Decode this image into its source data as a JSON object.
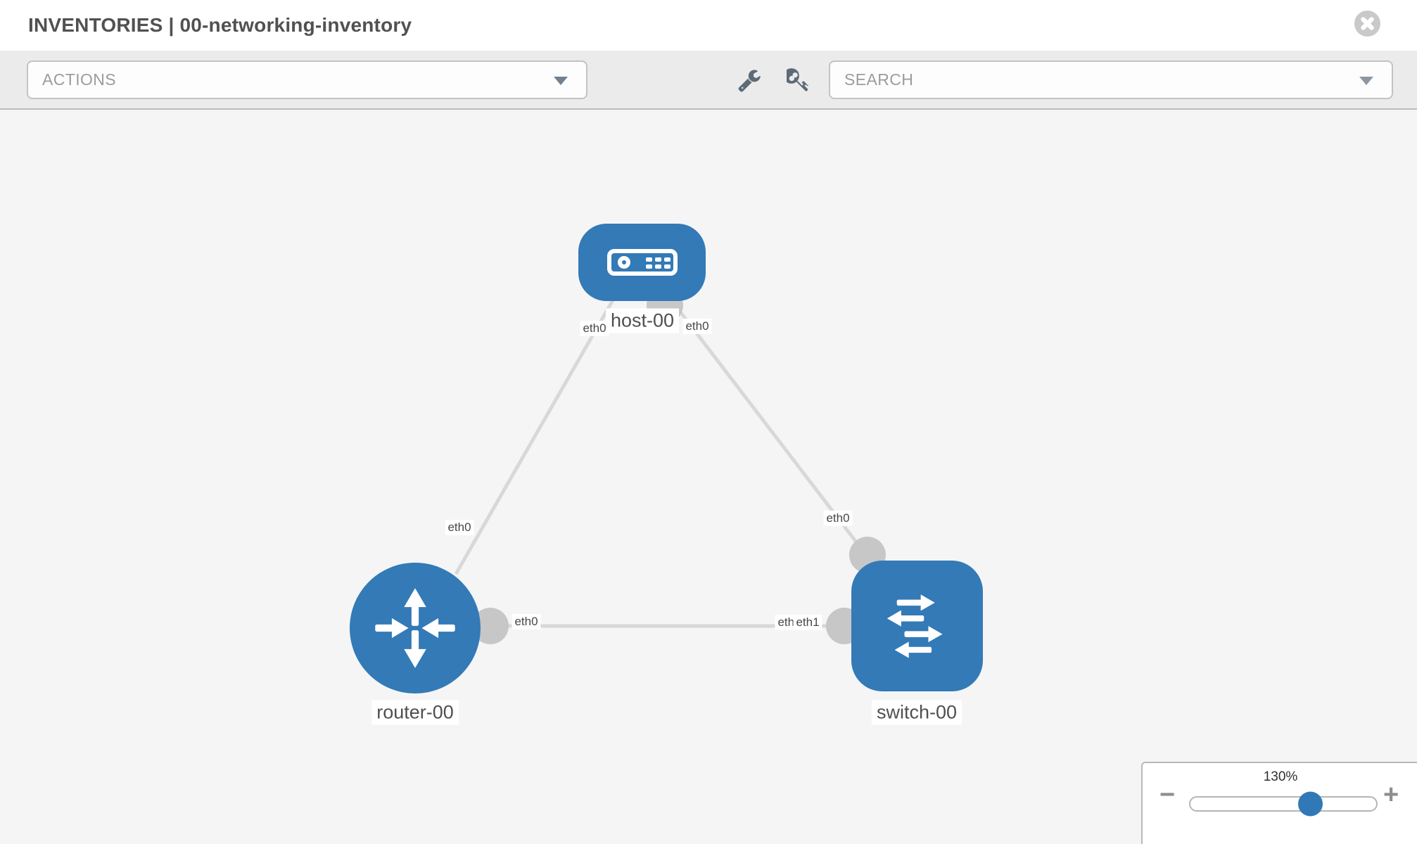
{
  "header": {
    "title": "INVENTORIES | 00-networking-inventory",
    "close_icon": "circle-x"
  },
  "toolbar": {
    "actions_label": "ACTIONS",
    "search_label": "SEARCH",
    "icons": [
      "wrench-icon",
      "key-icon",
      "caret-down-icon"
    ]
  },
  "topology": {
    "nodes": [
      {
        "label": "host-00",
        "type": "host",
        "icon": "host-device-icon"
      },
      {
        "label": "router-00",
        "type": "router",
        "icon": "router-arrows-icon"
      },
      {
        "label": "switch-00",
        "type": "switch",
        "icon": "switch-arrows-icon"
      }
    ],
    "links": [
      {
        "from": "host-00",
        "from_interface": "eth0",
        "to": "router-00",
        "to_interface": "eth0"
      },
      {
        "from": "host-00",
        "from_interface": "eth0",
        "to": "switch-00",
        "to_interface": "eth0"
      },
      {
        "from": "router-00",
        "from_interface": "eth0",
        "to": "switch-00",
        "to_interface": "eth1"
      }
    ],
    "occluded_label": "eth0"
  },
  "zoom_control": {
    "level": "130%",
    "minus_label": "−",
    "plus_label": "+"
  },
  "colors": {
    "node_blue": "#337ab7",
    "link_gray": "#d8d8d8",
    "connector_gray": "#c7c7c7",
    "canvas_bg": "#f5f5f6",
    "toolbar_bg": "#ebebeb",
    "header_bg": "#ffffff",
    "label_text": "#4f4f4f"
  }
}
